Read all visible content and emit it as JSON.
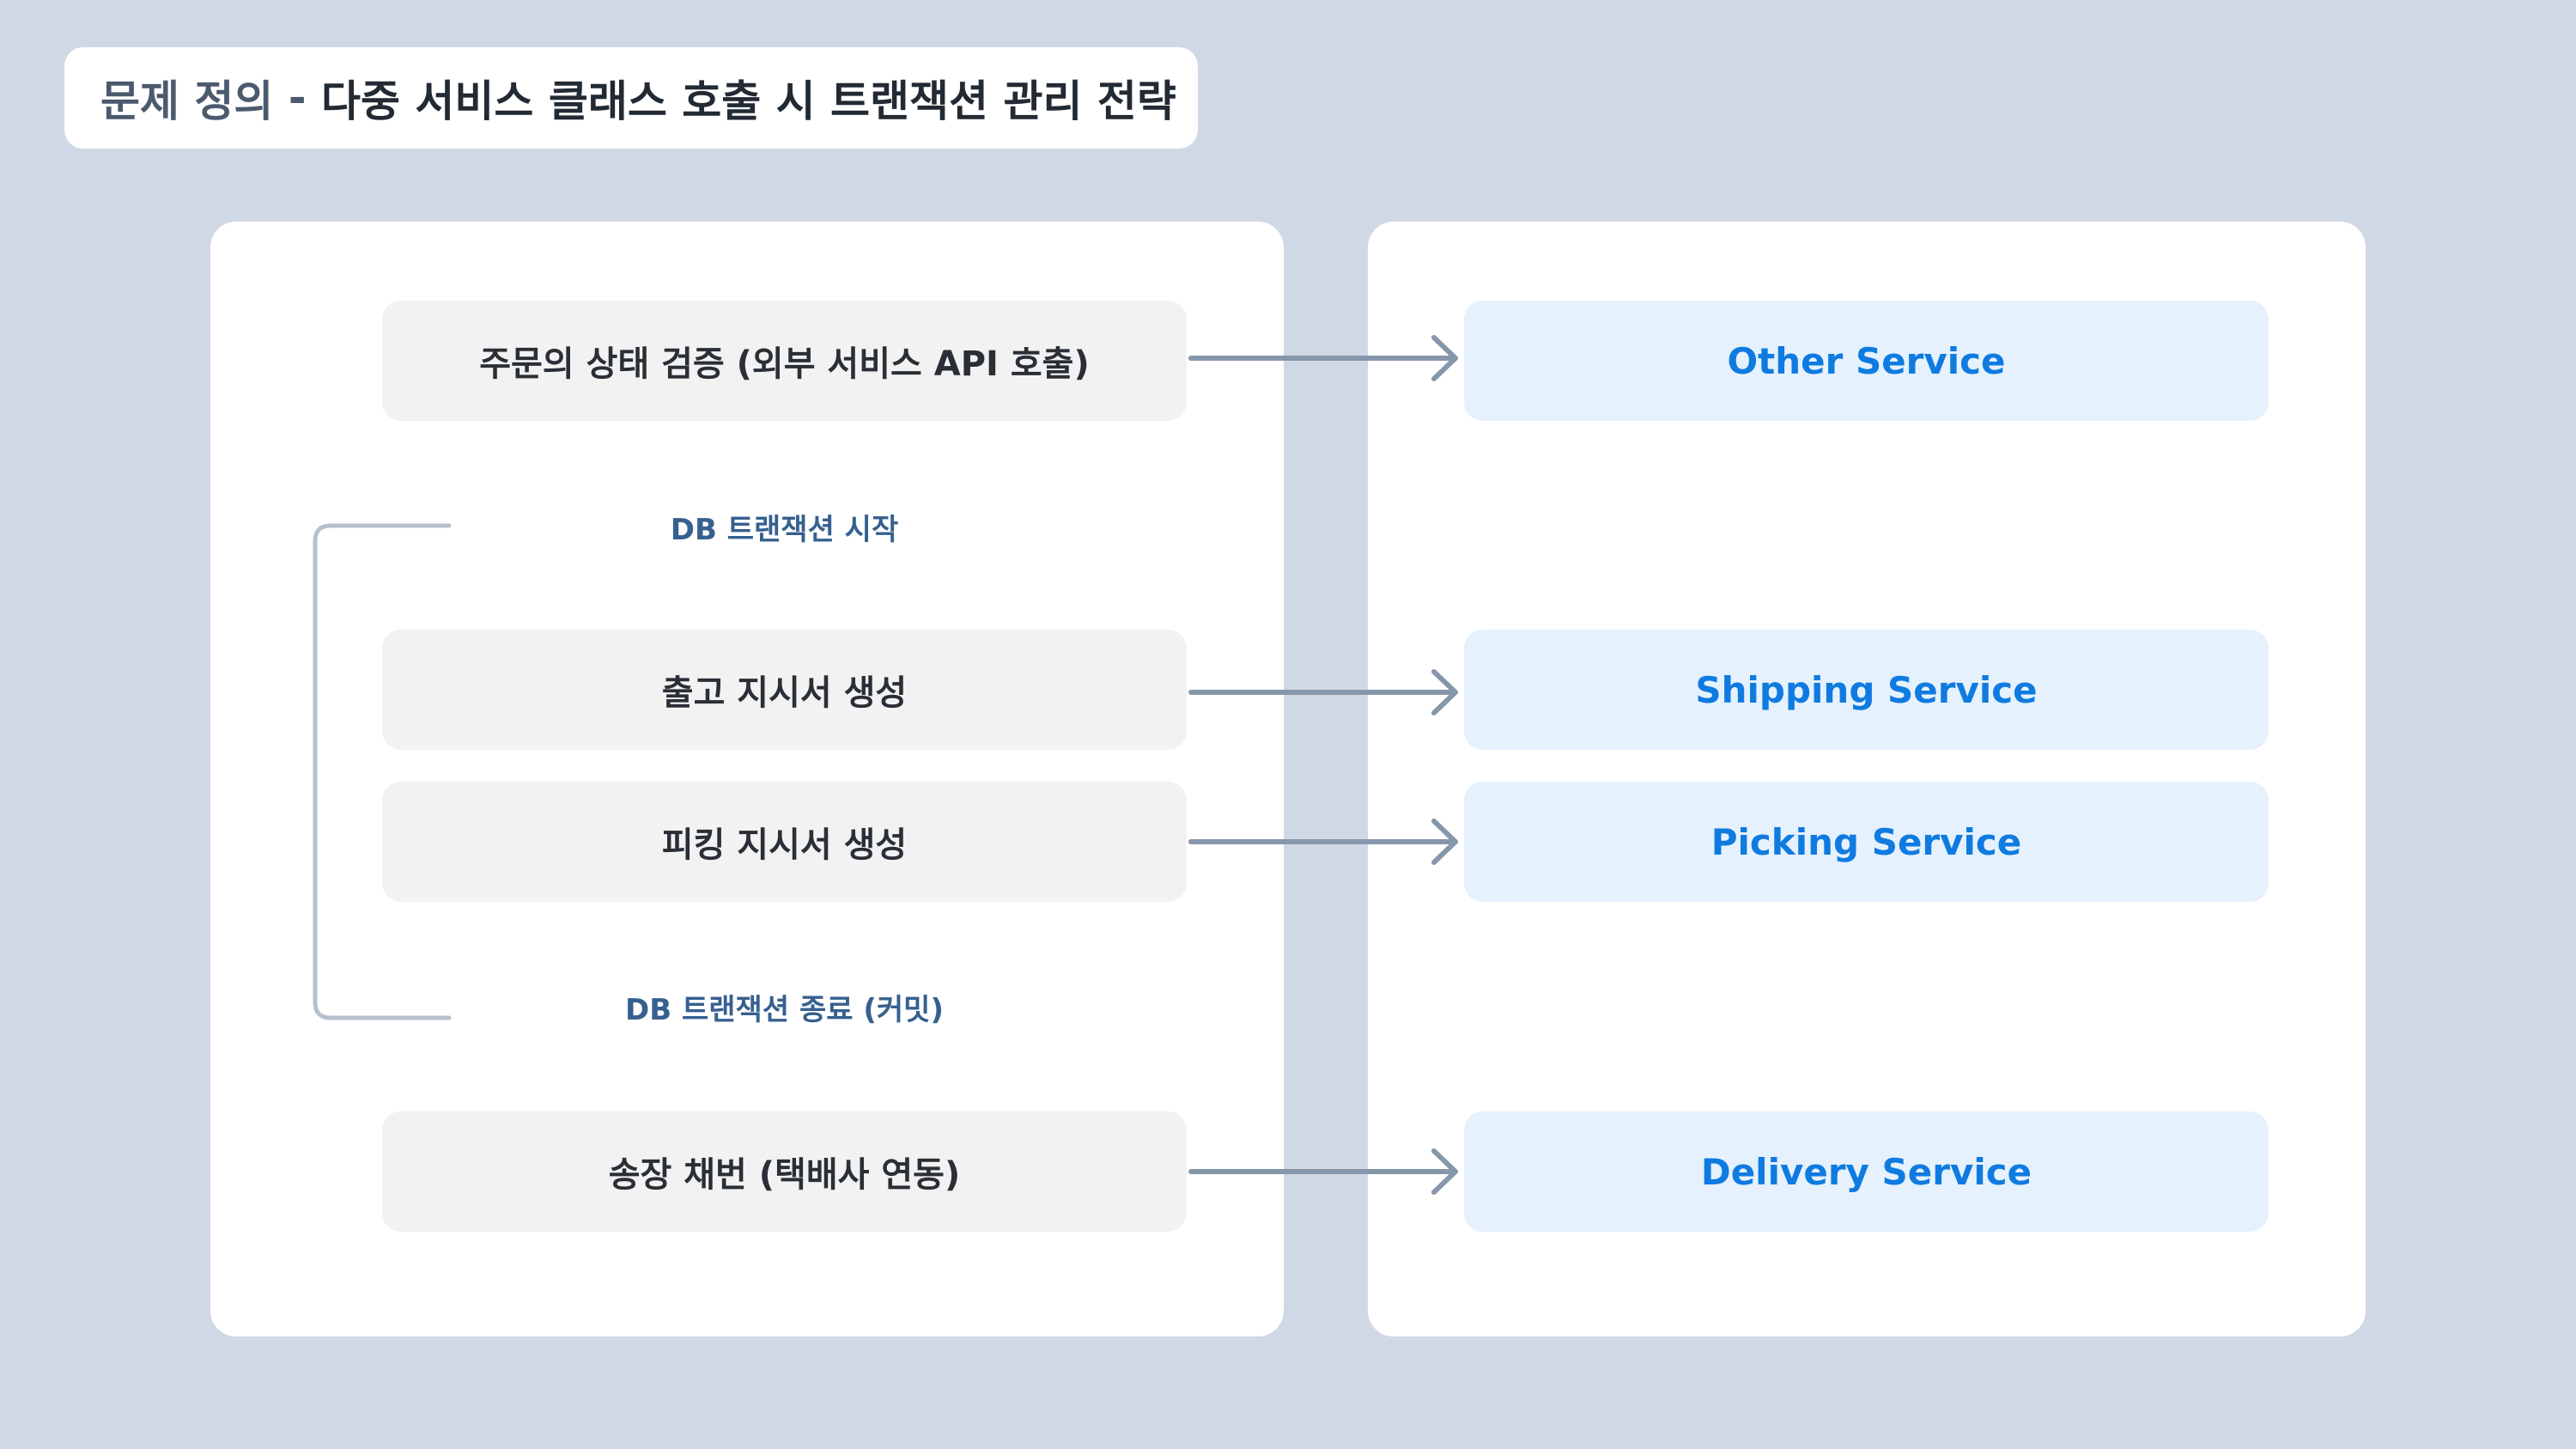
{
  "title": {
    "prefix": "문제 정의",
    "separator": " - ",
    "main": "다중 서비스 클래스 호출 시 트랜잭션 관리 전략"
  },
  "steps": [
    {
      "label": "주문의 상태 검증 (외부 서비스 API 호출)"
    },
    {
      "label": "출고 지시서 생성"
    },
    {
      "label": "피킹 지시서 생성"
    },
    {
      "label": "송장 채번 (택배사 연동)"
    }
  ],
  "transaction": {
    "start_label": "DB 트랜잭션 시작",
    "end_label": "DB 트랜잭션 종료 (커밋)"
  },
  "services": [
    {
      "label": "Other Service"
    },
    {
      "label": "Shipping Service"
    },
    {
      "label": "Picking Service"
    },
    {
      "label": "Delivery Service"
    }
  ],
  "colors": {
    "background": "#d1d8e5",
    "step_fill": "#f2f2f2",
    "service_fill": "#e5f1fd",
    "service_text": "#0f7be0",
    "transaction_text": "#36608f",
    "arrow": "#8797ab",
    "bracket": "#b5c0ce"
  }
}
